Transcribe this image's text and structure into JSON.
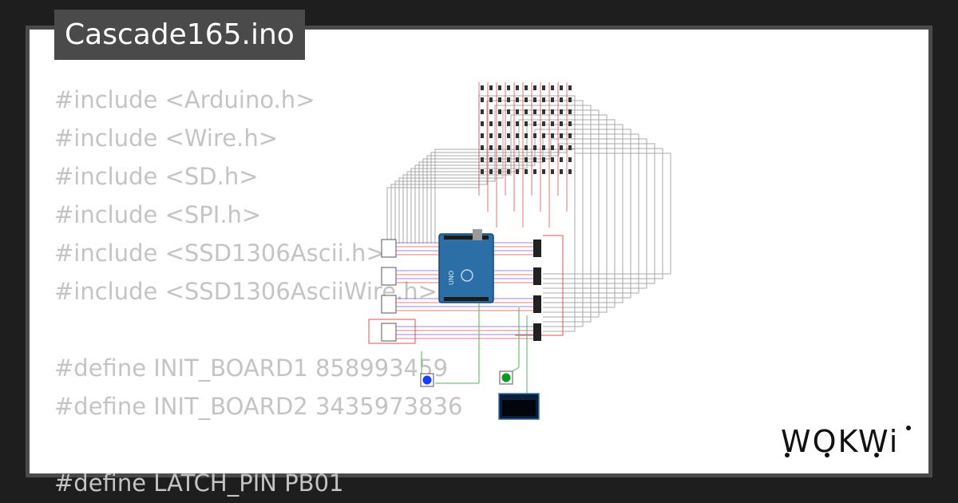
{
  "project": {
    "file_name": "Cascade165.ino"
  },
  "code_lines": [
    "#include <Arduino.h>",
    "#include <Wire.h>",
    "#include <SD.h>",
    "#include <SPI.h>",
    "#include <SSD1306Ascii.h>",
    "#include <SSD1306AsciiWire.h>",
    "",
    "#define INIT_BOARD1 858993459",
    "#define INIT_BOARD2 3435973836",
    "",
    "#define LATCH_PIN PB01"
  ],
  "brand": {
    "logo_name": "wokwi-logo",
    "logo_text": "WOKWi"
  },
  "diagram": {
    "board": "arduino-uno",
    "button_colors": [
      "#1a3cff",
      "#0a9a1e"
    ],
    "display": "ssd1306-oled"
  },
  "colors": {
    "frame": "#4a4a4a",
    "background": "#1e1e1e",
    "code_text": "#c4c4c4",
    "wire_red": "#e05050",
    "wire_gray": "#a8a8a8",
    "wire_green": "#5ab35a",
    "board_blue": "#2c6fa6"
  }
}
